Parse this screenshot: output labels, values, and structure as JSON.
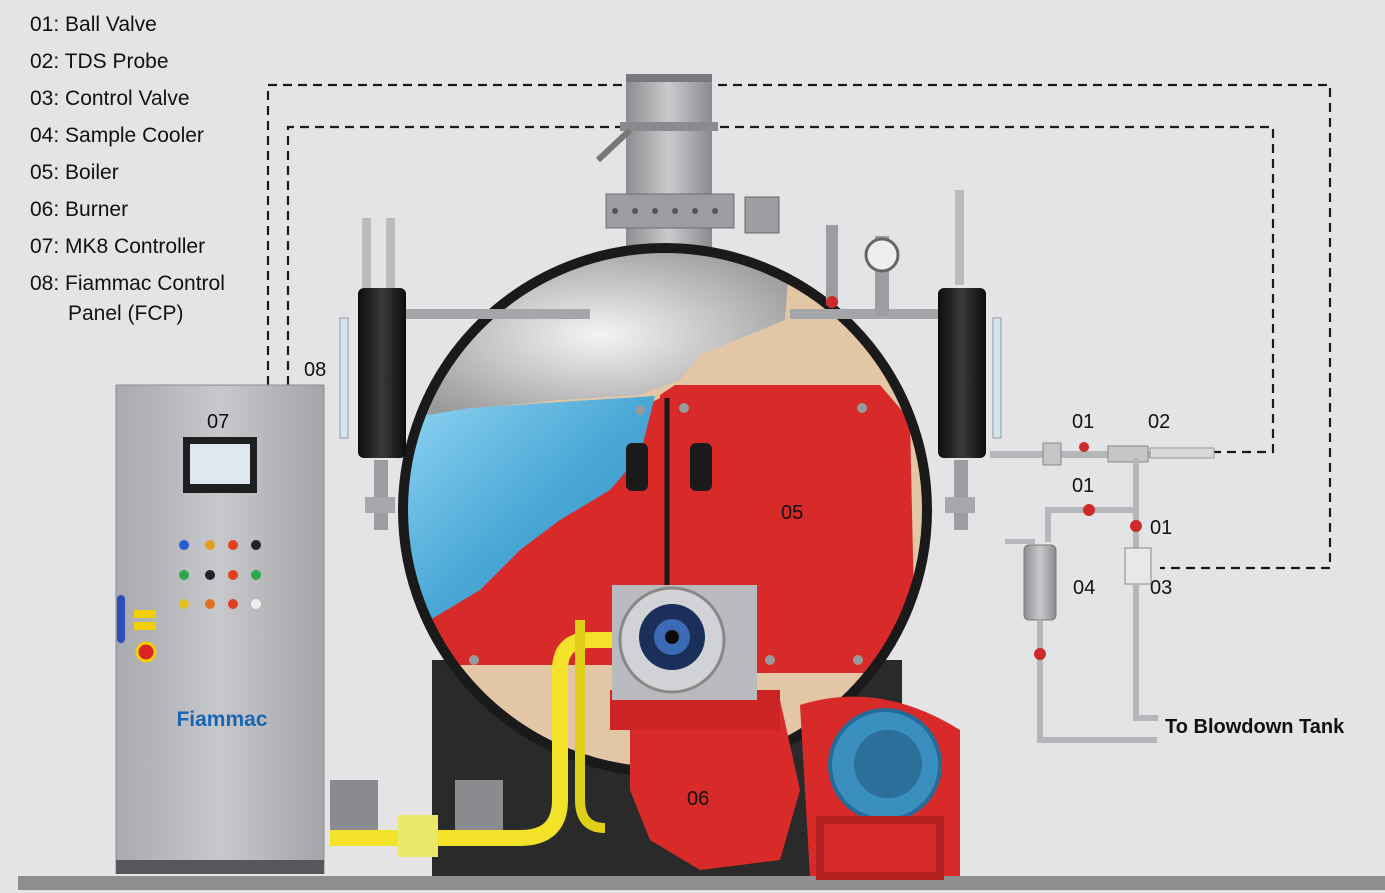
{
  "legend": [
    {
      "code": "01",
      "name": "Ball Valve",
      "text": "01: Ball Valve"
    },
    {
      "code": "02",
      "name": "TDS Probe",
      "text": "02: TDS Probe"
    },
    {
      "code": "03",
      "name": "Control Valve",
      "text": "03: Control Valve"
    },
    {
      "code": "04",
      "name": "Sample Cooler",
      "text": "04: Sample Cooler"
    },
    {
      "code": "05",
      "name": "Boiler",
      "text": "05: Boiler"
    },
    {
      "code": "06",
      "name": "Burner",
      "text": "06: Burner"
    },
    {
      "code": "07",
      "name": "MK8 Controller",
      "text": "07: MK8 Controller"
    },
    {
      "code": "08",
      "name": "Fiammac Control Panel (FCP)",
      "text_line1": "08: Fiammac Control",
      "text_line2": "Panel (FCP)"
    }
  ],
  "callouts": {
    "controller": "07",
    "panel": "08",
    "boiler": "05",
    "burner": "06",
    "ball_valve_top": "01",
    "tds_probe": "02",
    "ball_valve_mid": "01",
    "ball_valve_right": "01",
    "sample_cooler": "04",
    "control_valve": "03"
  },
  "outlet_label": "To Blowdown Tank",
  "brand": "Fiammac",
  "colors": {
    "background": "#e4e4e6",
    "boiler_red": "#d92a2a",
    "water_blue": "#5ab4dc",
    "gas_yellow": "#f2e22a",
    "motor_blue": "#3a8fbf",
    "panel_grey": "#b8b9bc",
    "brand_blue": "#1a66b5"
  }
}
